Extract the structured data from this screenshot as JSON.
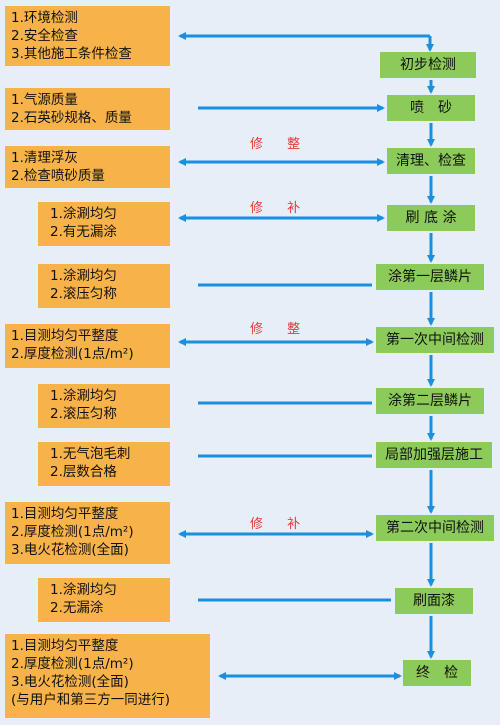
{
  "checks": [
    {
      "lines": [
        "1.环境检测",
        "2.安全检查",
        "3.其他施工条件检查"
      ]
    },
    {
      "lines": [
        "1.气源质量",
        "2.石英砂规格、质量"
      ]
    },
    {
      "lines": [
        "1.清理浮灰",
        "2.检查喷砂质量"
      ]
    },
    {
      "lines": [
        "1.涂涮均匀",
        "2.有无漏涂"
      ]
    },
    {
      "lines": [
        "1.涂涮均匀",
        "2.滚压匀称"
      ]
    },
    {
      "lines": [
        "1.目测均匀平整度",
        "2.厚度检测(1点/m²)"
      ]
    },
    {
      "lines": [
        "1.涂涮均匀",
        "2.滚压匀称"
      ]
    },
    {
      "lines": [
        "1.无气泡毛刺",
        "2.层数合格"
      ]
    },
    {
      "lines": [
        "1.目测均匀平整度",
        "2.厚度检测(1点/m²)",
        "3.电火花检测(全面)"
      ]
    },
    {
      "lines": [
        "1.涂涮均匀",
        "2.无漏涂"
      ]
    },
    {
      "lines": [
        "1.目测均匀平整度",
        "2.厚度检测(1点/m²)",
        "3.电火花检测(全面)",
        "(与用户和第三方一同进行)"
      ]
    }
  ],
  "steps": [
    "初步检测",
    "喷　砂",
    "清理、检查",
    "刷 底 涂",
    "涂第一层鳞片",
    "第一次中间检测",
    "涂第二层鳞片",
    "局部加强层施工",
    "第二次中间检测",
    "刷面漆",
    "终　检"
  ],
  "labels": [
    "修 整",
    "修 补",
    "修 整",
    "修 补"
  ],
  "colors": {
    "check_box": "#f7b34a",
    "step_box": "#8ccb5a",
    "arrow": "#1a8fe0",
    "label": "#e23a3a"
  }
}
